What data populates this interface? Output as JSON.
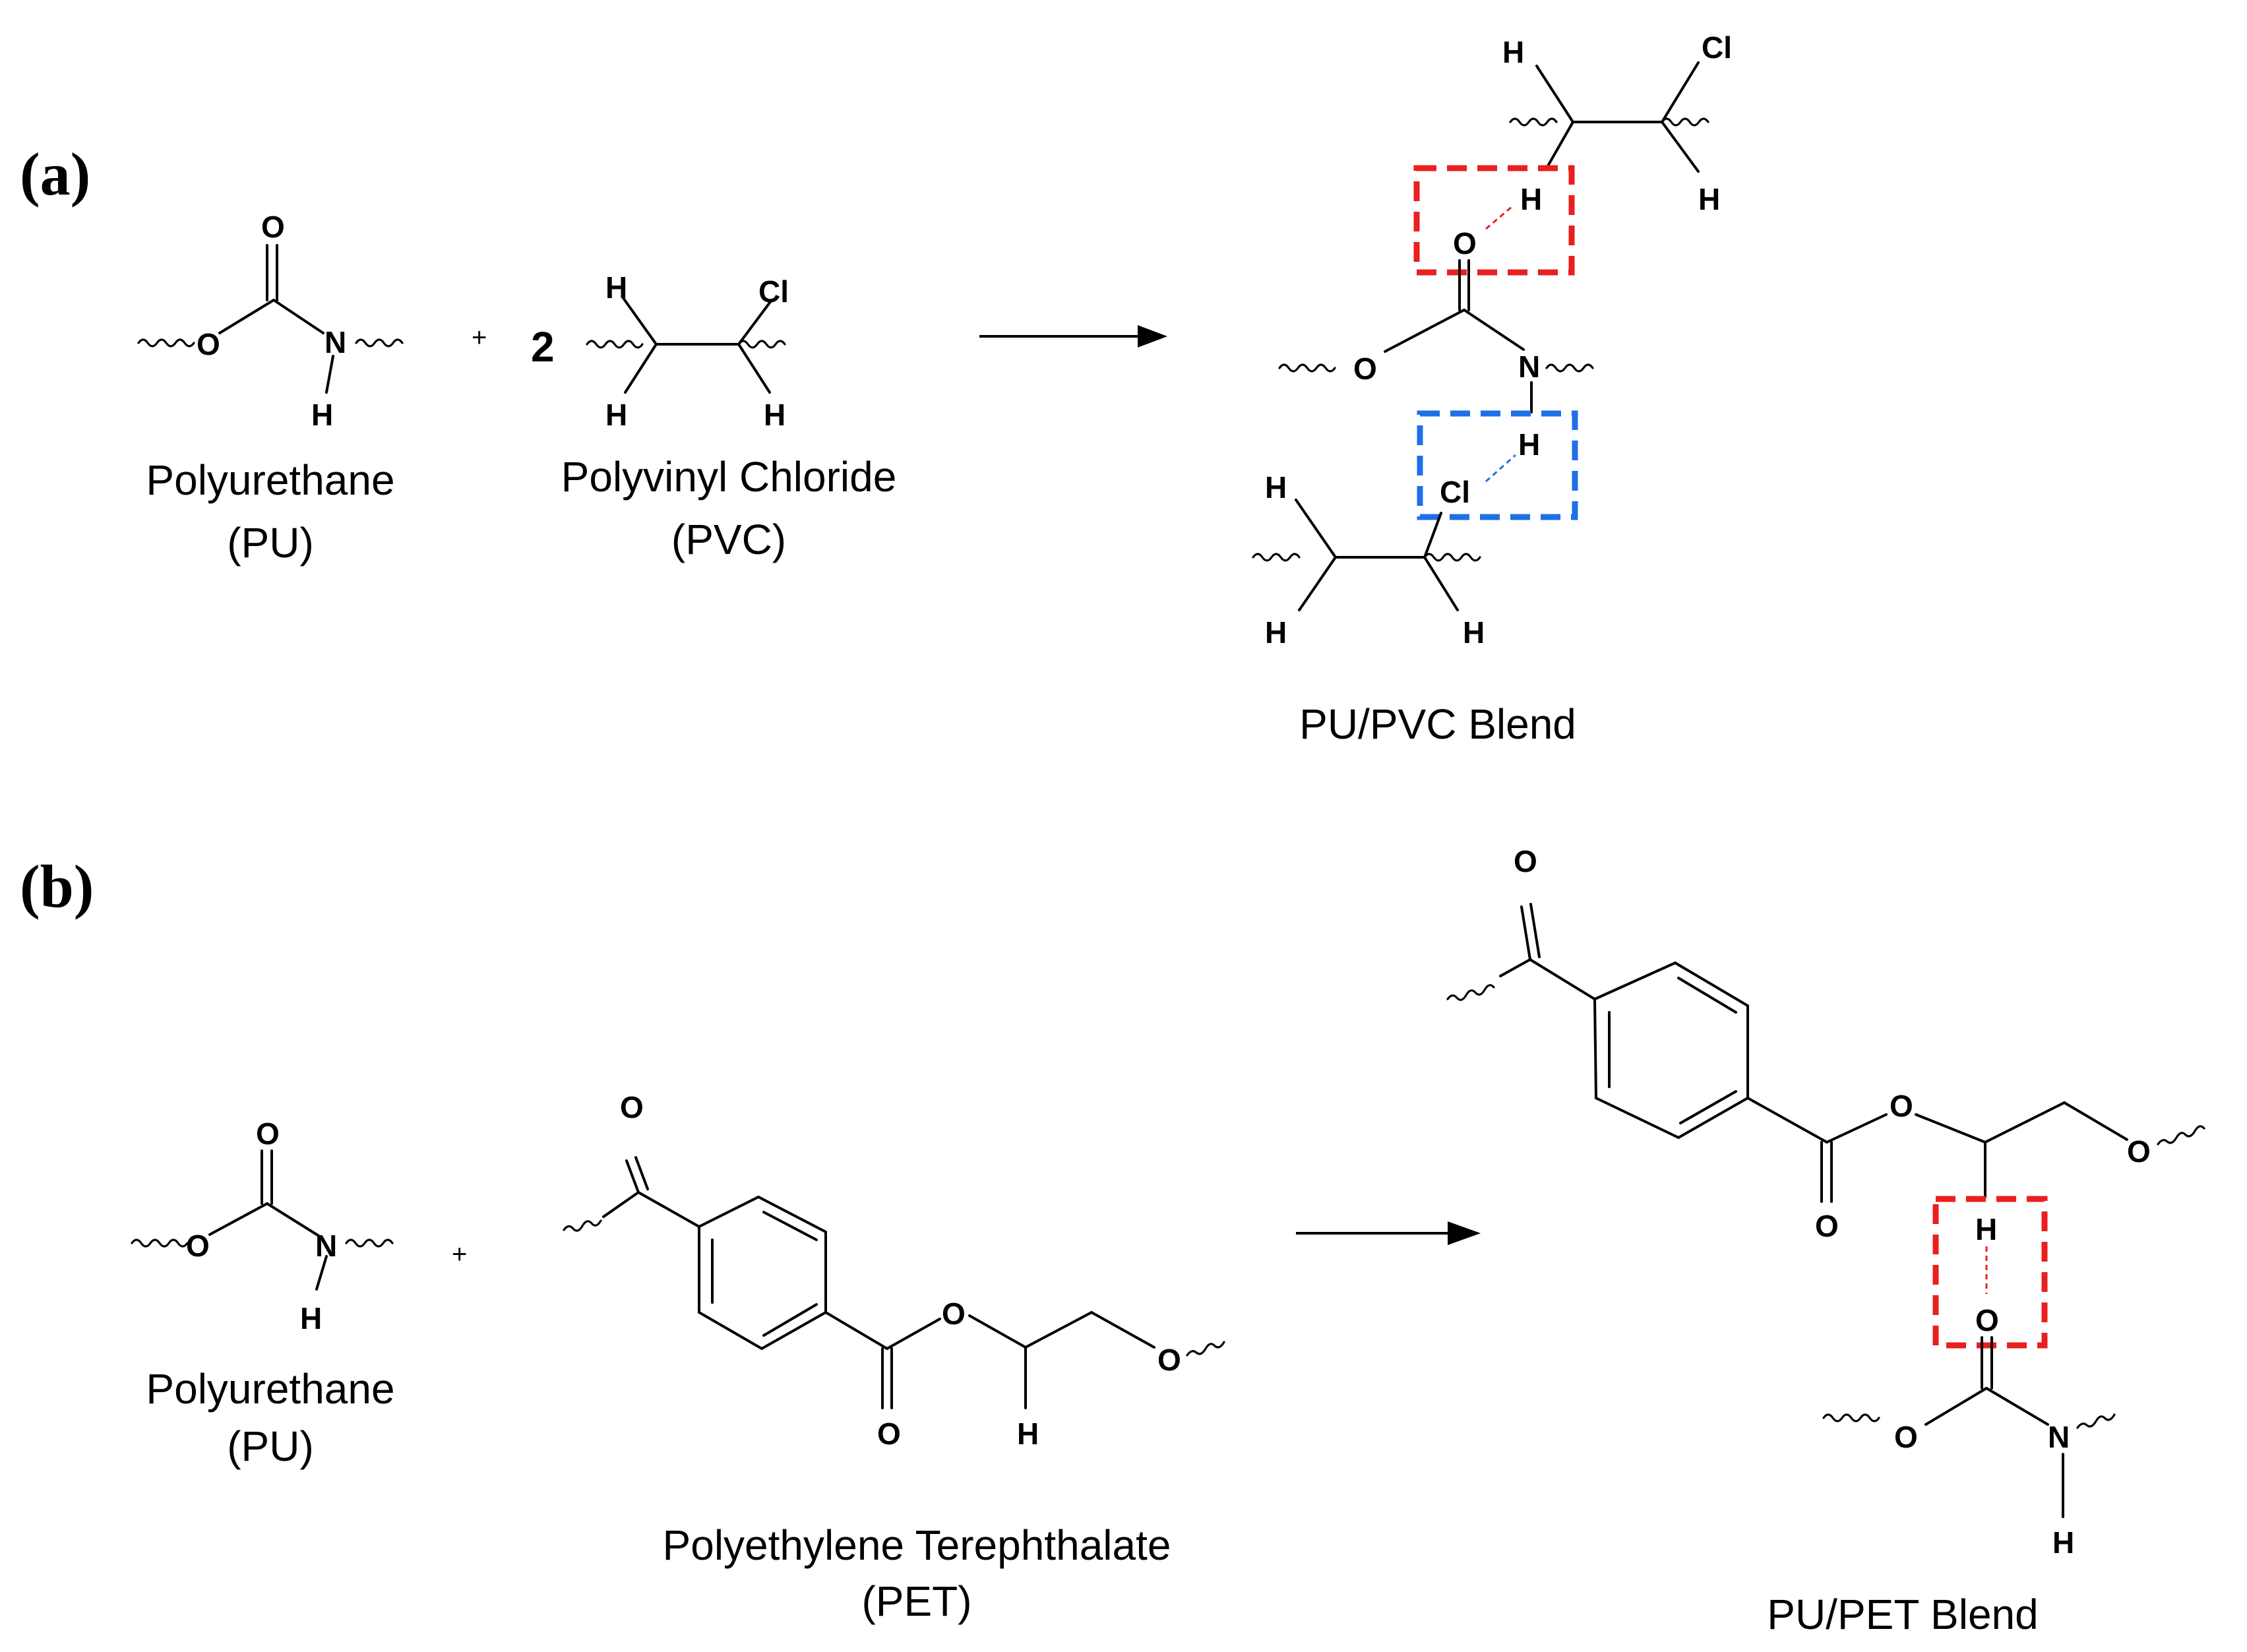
{
  "panels": {
    "a": {
      "label": "(a)",
      "plus": "+",
      "pvc_coefficient": "2",
      "pu_name": "Polyurethane",
      "pu_abbr": "(PU)",
      "pvc_name": "Polyvinyl Chloride",
      "pvc_abbr": "(PVC)",
      "product_name": "PU/PVC Blend"
    },
    "b": {
      "label": "(b)",
      "plus": "+",
      "pu_name": "Polyurethane",
      "pu_abbr": "(PU)",
      "pet_name": "Polyethylene Terephthalate",
      "pet_abbr": "(PET)",
      "product_name": "PU/PET Blend"
    }
  },
  "atoms": {
    "O": "O",
    "N": "N",
    "H": "H",
    "Cl": "Cl"
  },
  "colors": {
    "hbond_carbonyl": "#e8201f",
    "hbond_chloride": "#1f6fe8"
  }
}
